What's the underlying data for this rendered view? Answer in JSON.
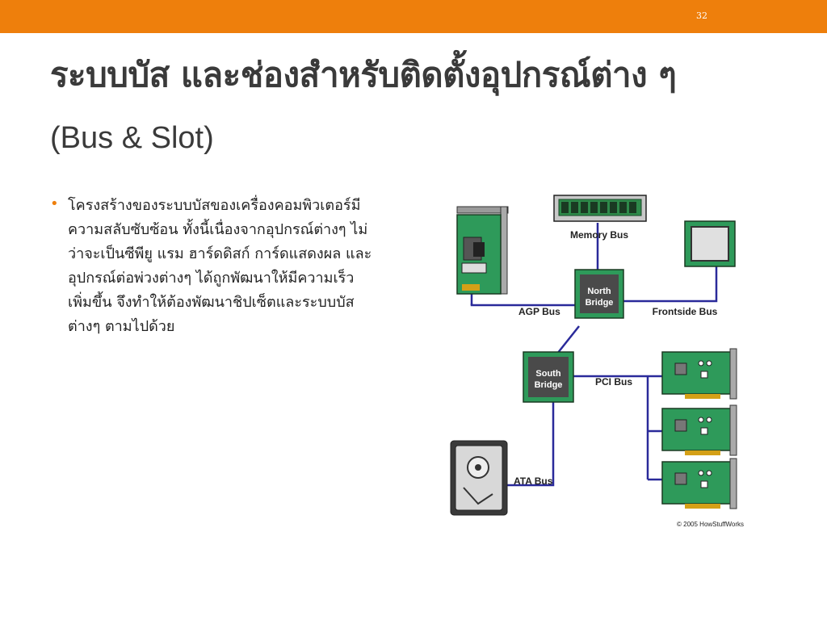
{
  "slide": {
    "number": "32",
    "accent_color": "#ee7f0c",
    "title_line1": "ระบบบัส และช่องสำหรับติดตั้งอุปกรณ์ต่าง ๆ",
    "title_line2": "(Bus & Slot)",
    "bullet_lines": [
      "โครงสร้างของระบบบัสของเครื่องคอมพิวเตอร์มี",
      "ความสลับซับซ้อน ทั้งนี้เนื่องจากอุปกรณ์ต่างๆ ไม่",
      "ว่าจะเป็นซีพียู แรม ฮาร์ดดิสก์ การ์ดแสดงผล และ",
      "อุปกรณ์ต่อพ่วงต่างๆ ได้ถูกพัฒนาให้มีความเร็ว",
      "เพิ่มขึ้น จึงทำให้ต้องพัฒนาชิปเซ็ตและระบบบัส",
      "ต่างๆ ตามไปด้วย"
    ]
  },
  "diagram": {
    "labels": {
      "memory_bus": "Memory Bus",
      "north_bridge_1": "North",
      "north_bridge_2": "Bridge",
      "agp_bus": "AGP Bus",
      "frontside_bus": "Frontside Bus",
      "south_bridge_1": "South",
      "south_bridge_2": "Bridge",
      "pci_bus": "PCI Bus",
      "ata_bus": "ATA Bus",
      "credit": "© 2005 HowStuffWorks"
    },
    "colors": {
      "card_green": "#2e9a5a",
      "chip_dark": "#4a4a4a",
      "bus_line": "#2a2a9a"
    }
  }
}
